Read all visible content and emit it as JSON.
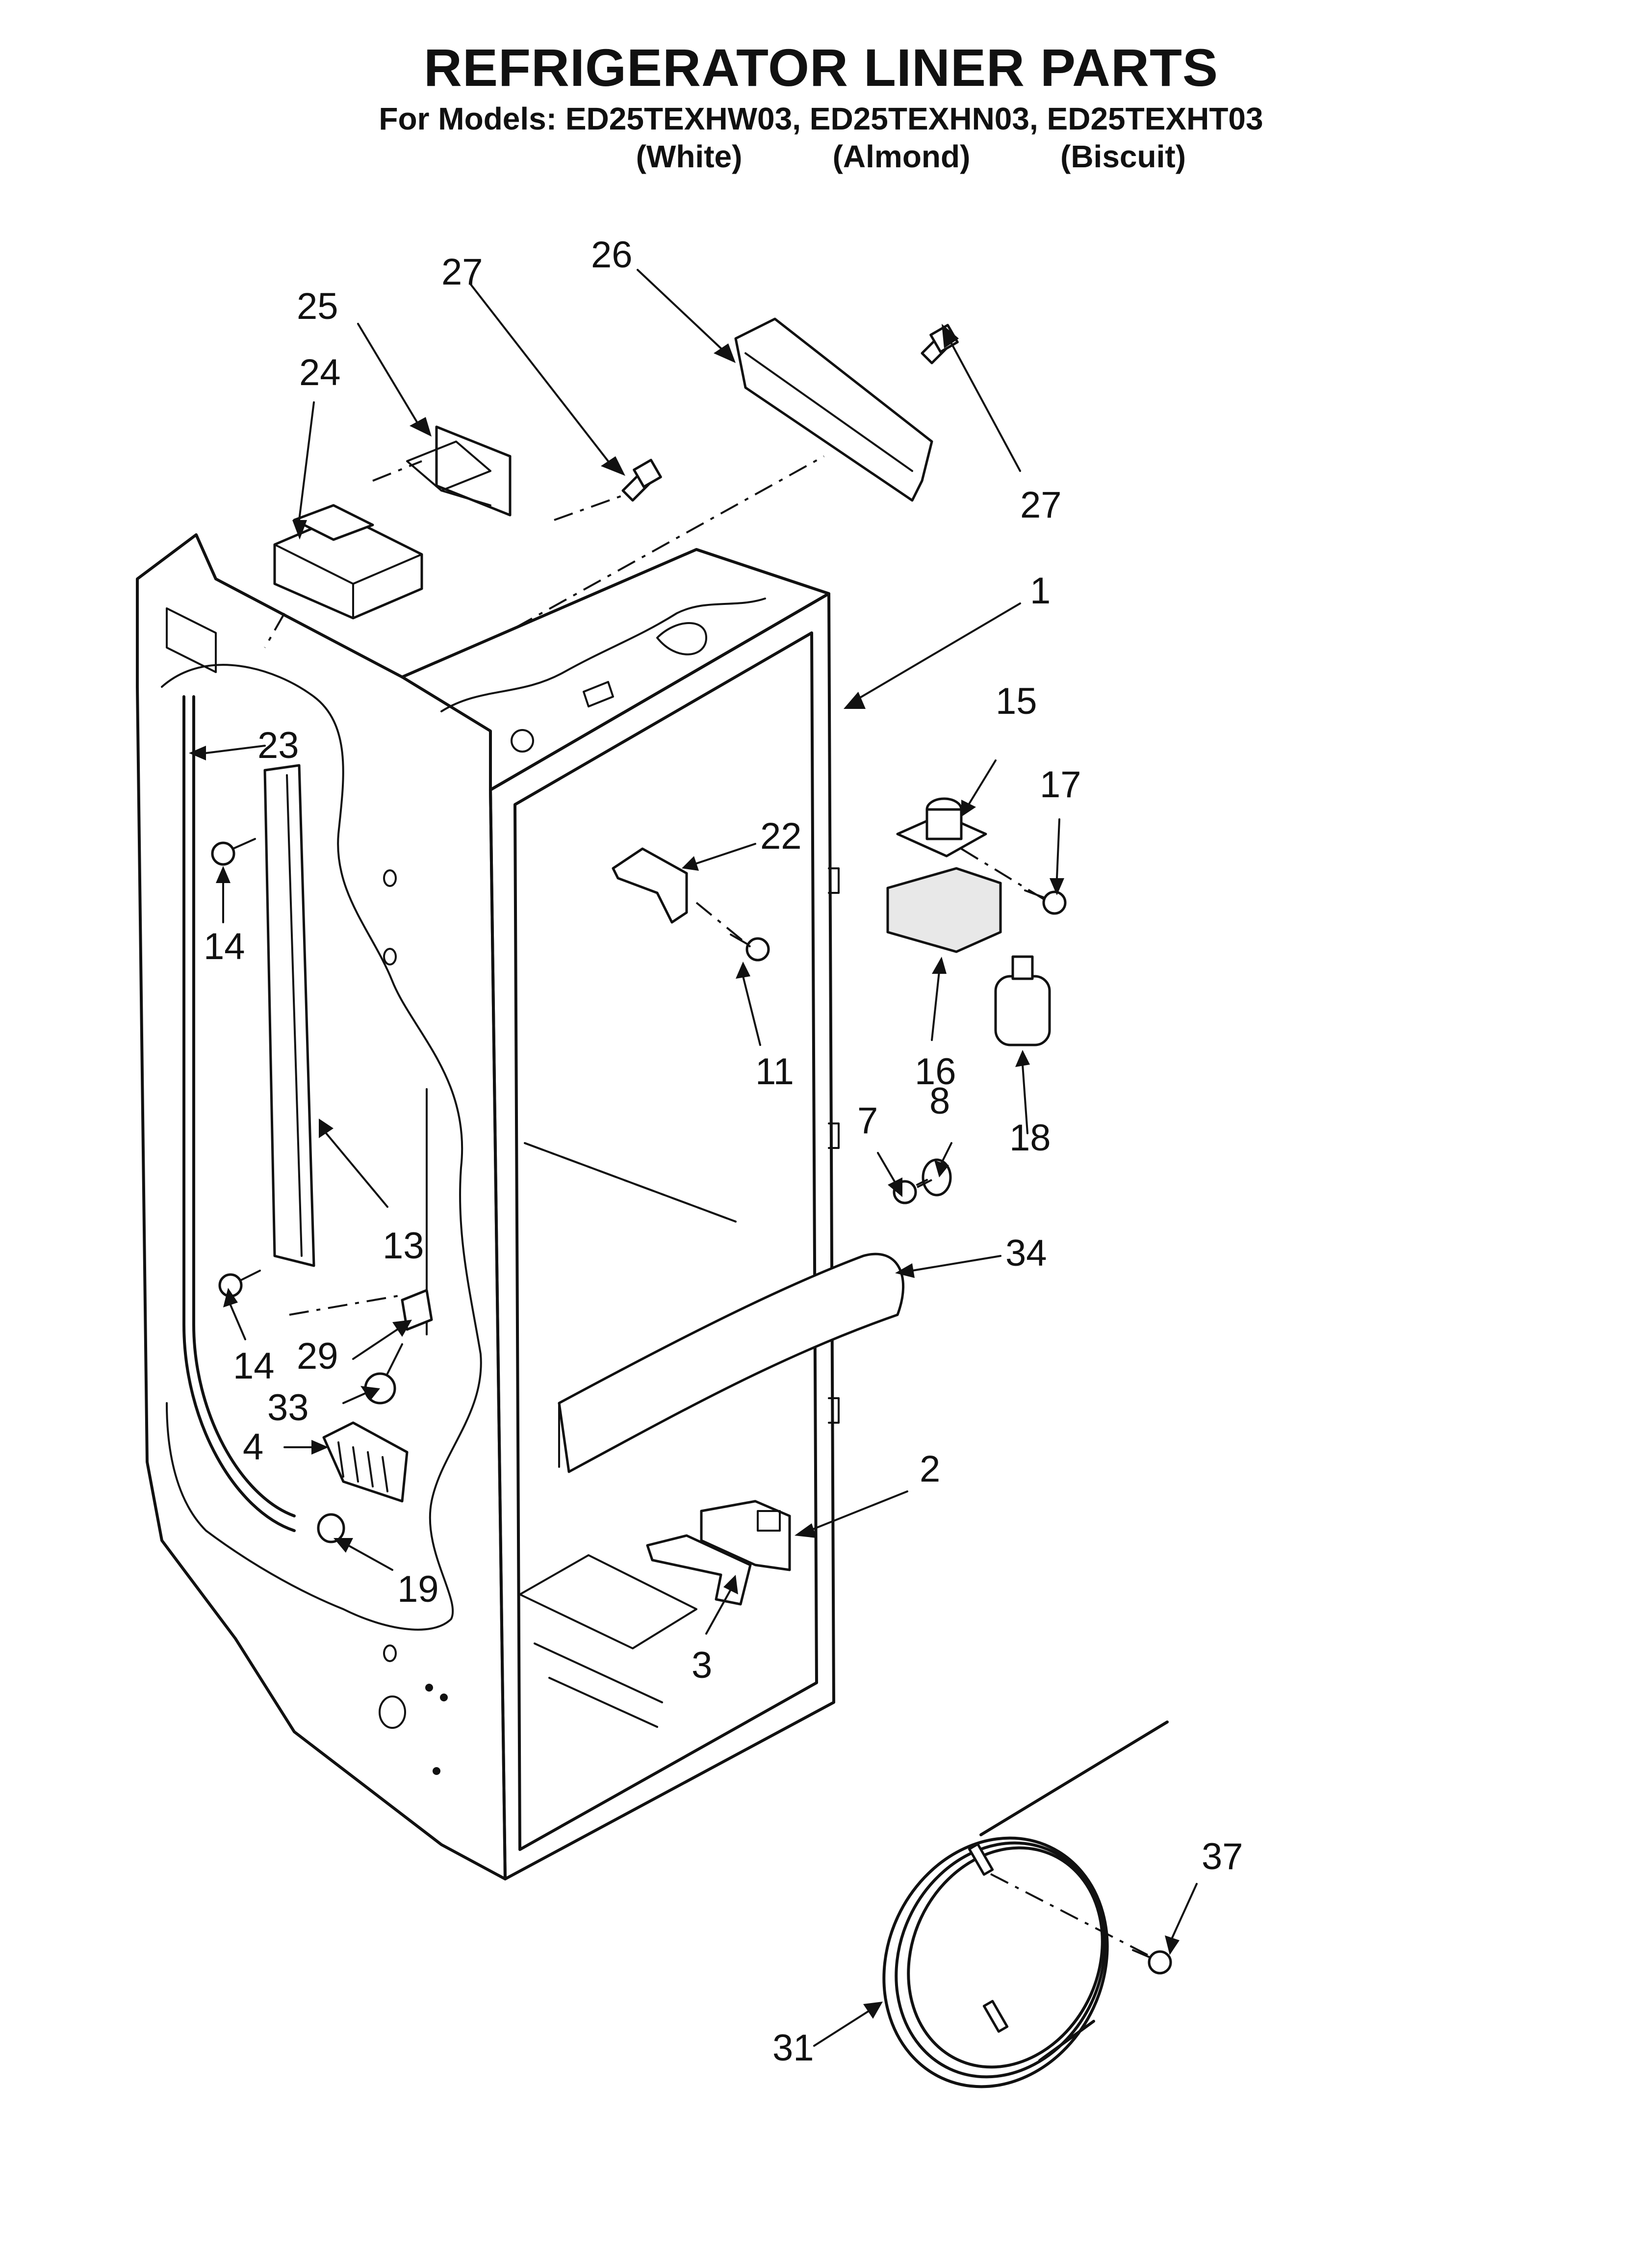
{
  "title": "REFRIGERATOR LINER PARTS",
  "models_line": "For Models: ED25TEXHW03, ED25TEXHN03, ED25TEXHT03",
  "variants": [
    "(White)",
    "(Almond)",
    "(Biscuit)"
  ],
  "callouts": {
    "c1": "1",
    "c2": "2",
    "c3": "3",
    "c4": "4",
    "c7": "7",
    "c8": "8",
    "c11": "11",
    "c13": "13",
    "c14a": "14",
    "c14b": "14",
    "c15": "15",
    "c16": "16",
    "c17": "17",
    "c18": "18",
    "c19": "19",
    "c22": "22",
    "c23": "23",
    "c24": "24",
    "c25": "25",
    "c26": "26",
    "c27a": "27",
    "c27b": "27",
    "c29": "29",
    "c31": "31",
    "c33": "33",
    "c34": "34",
    "c37": "37"
  }
}
